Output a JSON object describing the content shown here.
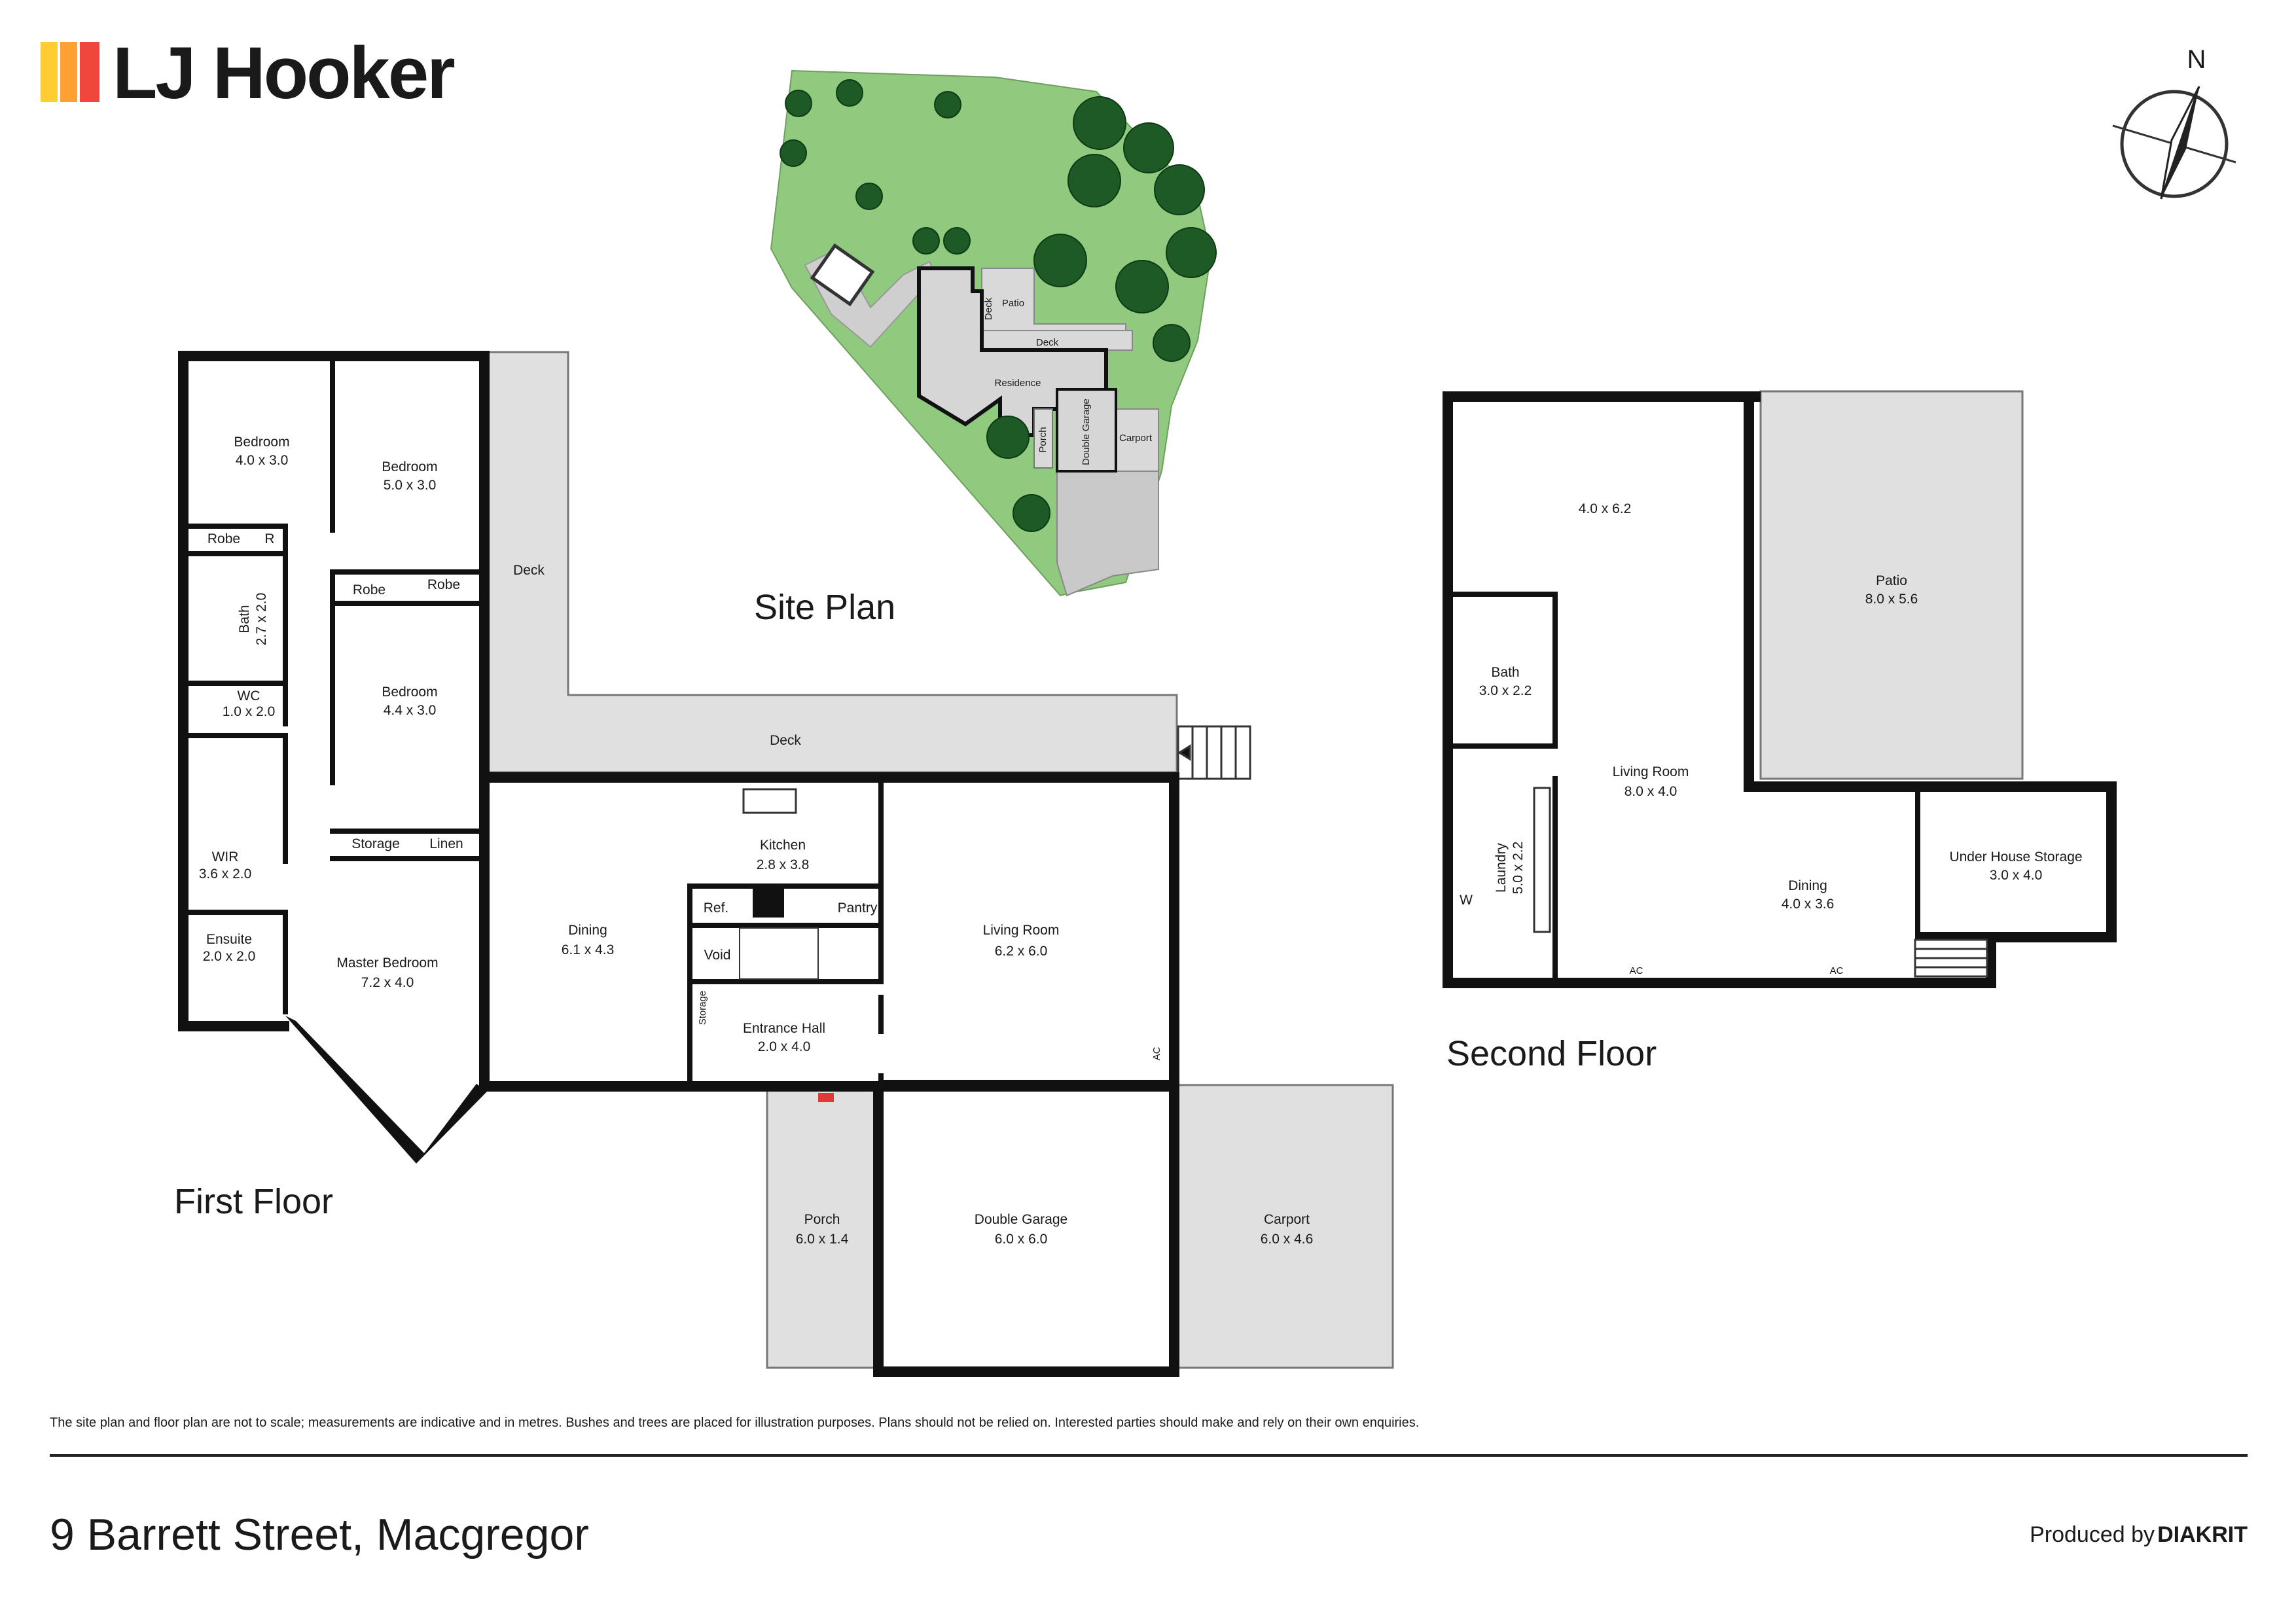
{
  "brand": {
    "logo_text": "LJ Hooker",
    "stripe_colors": [
      "#ffcc33",
      "#ffa033",
      "#f0463c"
    ]
  },
  "compass": {
    "north_label": "N"
  },
  "site_plan": {
    "title": "Site Plan",
    "labels": {
      "residence": "Residence",
      "deck_vertical": "Deck",
      "patio": "Patio",
      "deck": "Deck",
      "porch": "Porch",
      "double_garage": "Double Garage",
      "carport": "Carport"
    }
  },
  "first_floor": {
    "title": "First Floor",
    "rooms": {
      "bed1": {
        "name": "Bedroom",
        "size": "4.0 x 3.0"
      },
      "bed2": {
        "name": "Bedroom",
        "size": "5.0 x 3.0"
      },
      "robe1": "Robe",
      "r": "R",
      "robe2": "Robe",
      "robe3": "Robe",
      "bath": {
        "name": "Bath",
        "size": "2.7 x 2.0"
      },
      "bed3": {
        "name": "Bedroom",
        "size": "4.4 x 3.0"
      },
      "wc": {
        "name": "WC",
        "size": "1.0 x 2.0"
      },
      "wir": {
        "name": "WIR",
        "size": "3.6 x 2.0"
      },
      "storage": "Storage",
      "linen": "Linen",
      "ensuite": {
        "name": "Ensuite",
        "size": "2.0 x 2.0"
      },
      "master": {
        "name": "Master Bedroom",
        "size": "7.2 x 4.0"
      },
      "deck_v": "Deck",
      "deck_h": "Deck",
      "dining": {
        "name": "Dining",
        "size": "6.1 x 4.3"
      },
      "kitchen": {
        "name": "Kitchen",
        "size": "2.8 x 3.8"
      },
      "ref": "Ref.",
      "pantry": "Pantry",
      "void": "Void",
      "storage_small": "Storage",
      "entrance": {
        "name": "Entrance Hall",
        "size": "2.0 x 4.0"
      },
      "living": {
        "name": "Living Room",
        "size": "6.2 x 6.0"
      },
      "ac": "AC",
      "porch": {
        "name": "Porch",
        "size": "6.0 x 1.4"
      },
      "garage": {
        "name": "Double Garage",
        "size": "6.0 x 6.0"
      },
      "carport": {
        "name": "Carport",
        "size": "6.0 x 4.6"
      }
    }
  },
  "second_floor": {
    "title": "Second Floor",
    "rooms": {
      "room": {
        "size": "4.0 x 6.2"
      },
      "patio": {
        "name": "Patio",
        "size": "8.0 x 5.6"
      },
      "bath": {
        "name": "Bath",
        "size": "3.0 x 2.2"
      },
      "living": {
        "name": "Living Room",
        "size": "8.0 x 4.0"
      },
      "laundry": {
        "name": "Laundry",
        "size": "5.0 x 2.2"
      },
      "w": "W",
      "dining": {
        "name": "Dining",
        "size": "4.0 x 3.6"
      },
      "under": {
        "name": "Under House Storage",
        "size": "3.0 x 4.0"
      },
      "ac1": "AC",
      "ac2": "AC"
    }
  },
  "footer": {
    "disclaimer": "The site plan and floor plan are not to scale; measurements are indicative and in metres. Bushes and trees are placed for illustration purposes. Plans should not be relied on. Interested parties should make and rely on their own enquiries.",
    "address": "9 Barrett Street, Macgregor",
    "produced_by": "Produced by",
    "producer": "DIAKRIT"
  },
  "colors": {
    "lawn": "#8fca7e",
    "tree": "#1d5a26",
    "paving": "#d9d9d9",
    "wall": "#111111"
  }
}
